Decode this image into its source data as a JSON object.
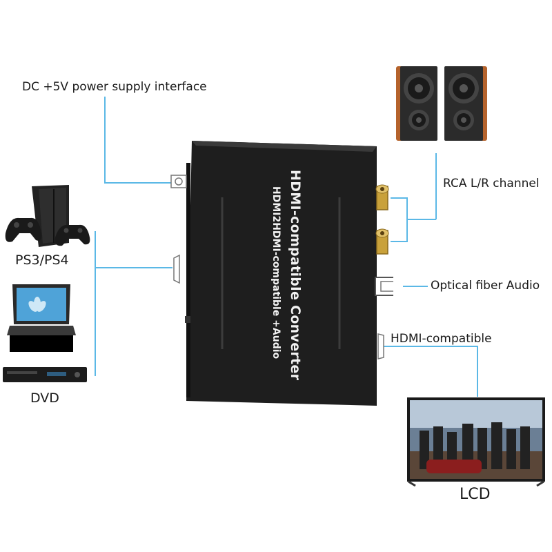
{
  "labels": {
    "power": "DC +5V power supply interface",
    "rca": "RCA L/R channel",
    "optical": "Optical fiber Audio",
    "hdmi_out": "HDMI-compatible",
    "ps": "PS3/PS4",
    "dvd": "DVD",
    "lcd": "LCD"
  },
  "device": {
    "title": "HDMI-compatible Converter",
    "subtitle": "HDMI2HDMI-compatible +Audio"
  },
  "colors": {
    "line": "#5bb8e6",
    "device": "#1e1e1e",
    "gold": "#c9a13a"
  },
  "icons": [
    "speaker-icon",
    "game-console-icon",
    "gamepad-icon",
    "laptop-icon",
    "dvd-player-icon",
    "tv-icon"
  ]
}
